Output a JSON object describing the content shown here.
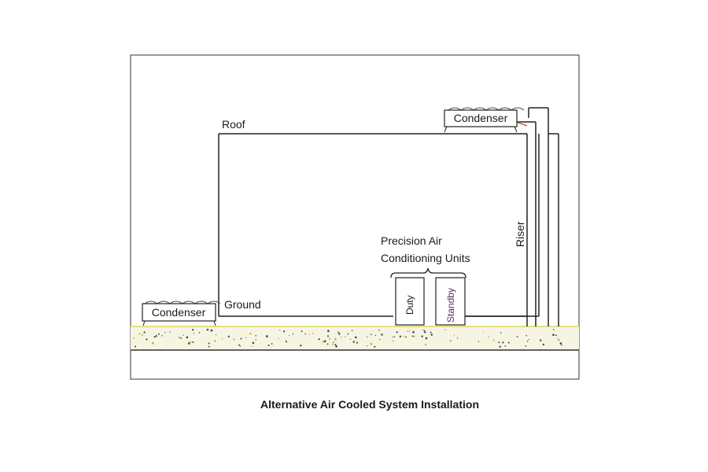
{
  "diagram": {
    "labels": {
      "roof": "Roof",
      "ground": "Ground",
      "condenser_roof": "Condenser",
      "condenser_ground": "Condenser",
      "riser": "Riser",
      "precision_line1": "Precision Air",
      "precision_line2": "Conditioning Units",
      "duty": "Duty",
      "standby": "Standby"
    },
    "caption": "Alternative Air Cooled System Installation"
  }
}
